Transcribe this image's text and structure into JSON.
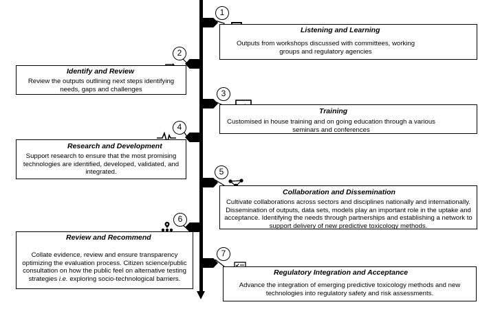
{
  "steps": [
    {
      "number": "1",
      "title": "Listening and Learning",
      "body": "Outputs from workshops discussed with committees, working groups and regulatory agencies",
      "icon": "audience-icon"
    },
    {
      "number": "2",
      "title": "Identify and Review",
      "body": "Review the outputs outlining next steps identifying needs, gaps and challenges",
      "icon": "share-icon"
    },
    {
      "number": "3",
      "title": "Training",
      "body": "Customised in house training and on going education through a various seminars and conferences",
      "icon": "presentation-icon"
    },
    {
      "number": "4",
      "title": "Research and Development",
      "body": "Support research to ensure that the most promising technologies are identified, developed, validated, and integrated.",
      "icon": "pulse-icon"
    },
    {
      "number": "5",
      "title": "Collaboration and Dissemination",
      "body": "Cultivate collaborations across sectors and disciplines nationally and internationally. Dissemination of outputs, data sets, models play an important role in the uptake and acceptance. Identifying the needs through partnerships and establishing a network to support delivery of new predictive toxicology methods.",
      "icon": "network-icon"
    },
    {
      "number": "6",
      "title": "Review and Recommend",
      "body_before": "Collate evidence, review and ensure transparency optimizing the evaluation process. Citizen science/public consultation on how the public feel on alternative testing strategies ",
      "body_italic": "i.e.",
      "body_after": " exploring socio-technological barriers.",
      "icon": "group-location-icon"
    },
    {
      "number": "7",
      "title": "Regulatory Integration and Acceptance",
      "body": "Advance the integration of emerging predictive toxicology methods and new technologies into regulatory safety and risk assessments.",
      "icon": "checklist-icon"
    }
  ]
}
